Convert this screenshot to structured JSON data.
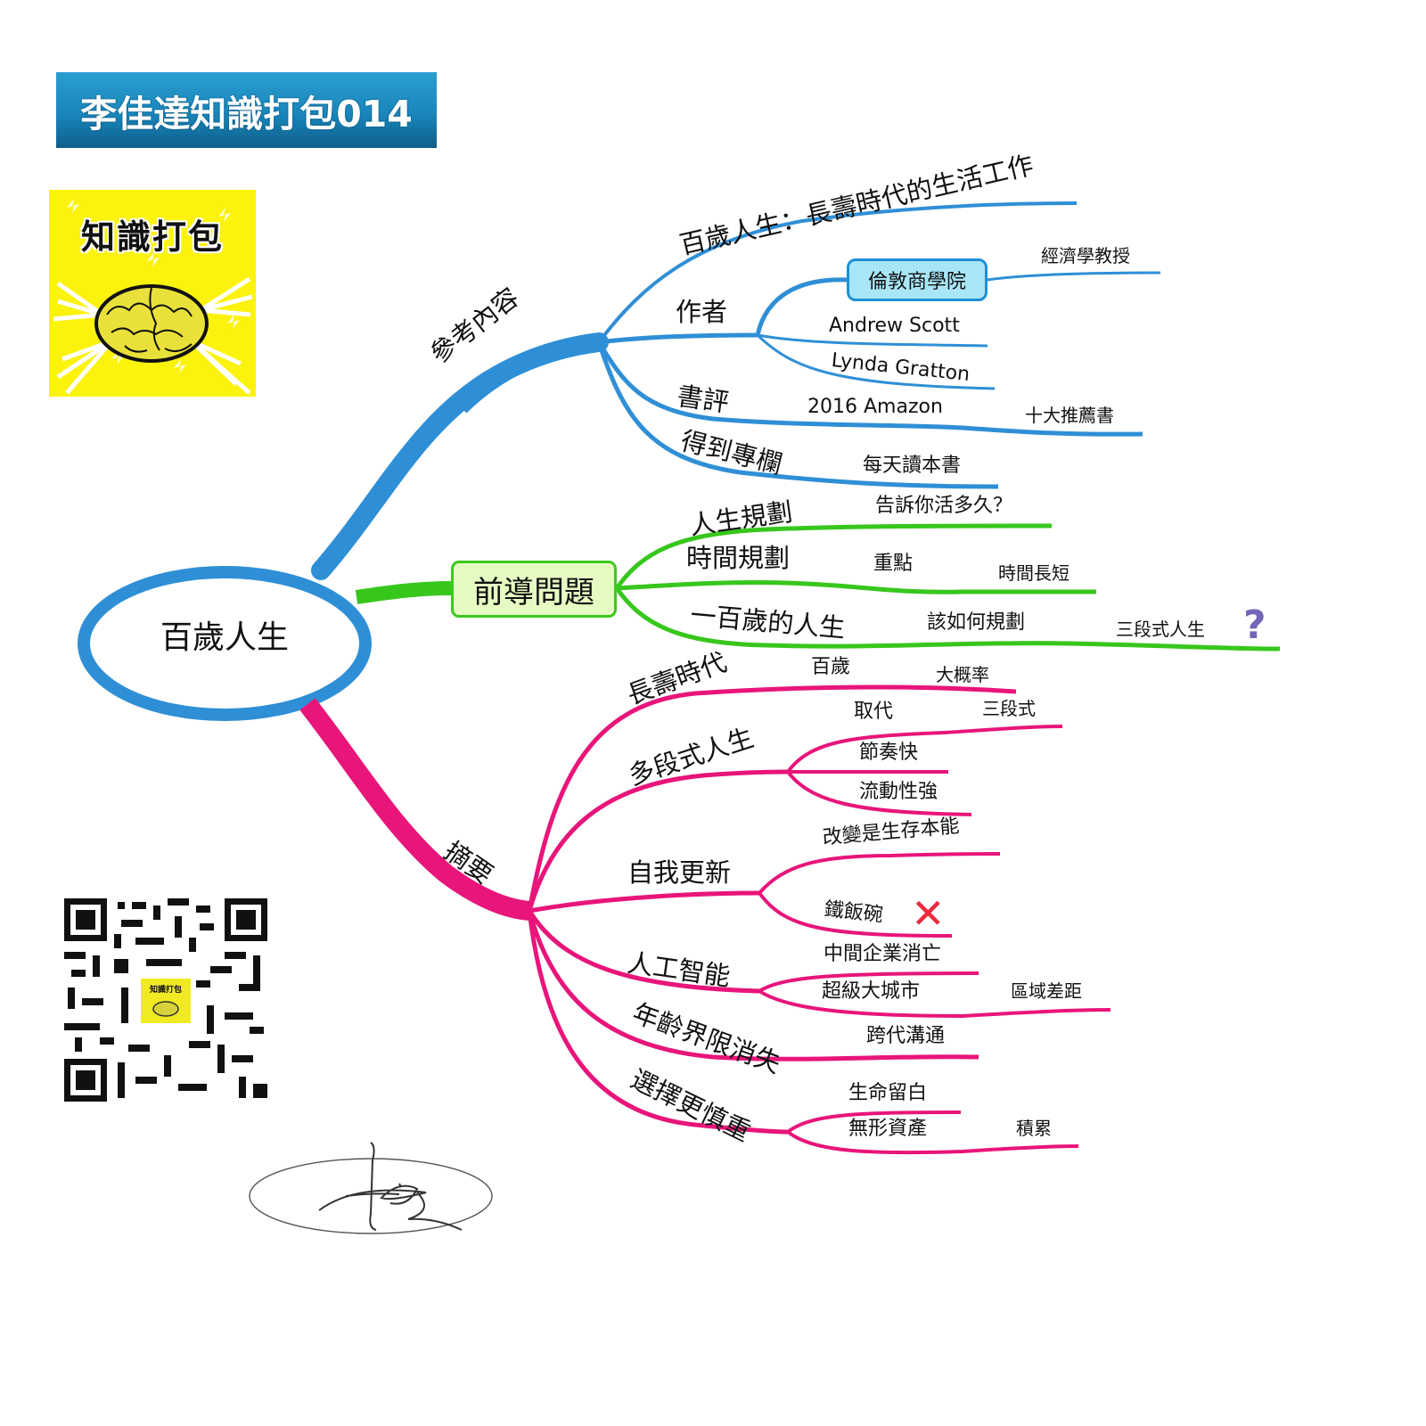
{
  "header": {
    "title": "李佳達知識打包014"
  },
  "logo": {
    "text": "知識打包",
    "image": "brain-icon"
  },
  "central_topic": {
    "label": "百歲人生",
    "color": "#2f8fd6"
  },
  "branches": [
    {
      "id": "references",
      "label": "參考內容",
      "color": "#2f8fd6",
      "children": [
        {
          "label": "百歲人生：長壽時代的生活工作",
          "children": []
        },
        {
          "label": "作者",
          "children": [
            {
              "label": "倫敦商學院",
              "boxed": true,
              "children": [
                {
                  "label": "經濟學教授"
                }
              ]
            },
            {
              "label": "Andrew Scott"
            },
            {
              "label": "Lynda Gratton"
            }
          ]
        },
        {
          "label": "書評",
          "children": [
            {
              "label": "2016 Amazon",
              "children": [
                {
                  "label": "十大推薦書"
                }
              ]
            }
          ]
        },
        {
          "label": "得到專欄",
          "children": [
            {
              "label": "每天讀本書"
            }
          ]
        }
      ]
    },
    {
      "id": "guiding-questions",
      "label": "前導問題",
      "color": "#37c71c",
      "children": [
        {
          "label": "人生規劃",
          "children": [
            {
              "label": "告訴你活多久？"
            }
          ]
        },
        {
          "label": "時間規劃",
          "children": [
            {
              "label": "重點",
              "children": [
                {
                  "label": "時間長短"
                }
              ]
            }
          ]
        },
        {
          "label": "一百歲的人生",
          "children": [
            {
              "label": "該如何規劃",
              "children": [
                {
                  "label": "三段式人生",
                  "icon": "question-icon"
                }
              ]
            }
          ]
        }
      ]
    },
    {
      "id": "summary",
      "label": "摘要",
      "color": "#e8157a",
      "children": [
        {
          "label": "長壽時代",
          "children": [
            {
              "label": "百歲",
              "children": [
                {
                  "label": "大概率"
                }
              ]
            }
          ]
        },
        {
          "label": "多段式人生",
          "children": [
            {
              "label": "取代",
              "children": [
                {
                  "label": "三段式"
                }
              ]
            },
            {
              "label": "節奏快"
            },
            {
              "label": "流動性強"
            }
          ]
        },
        {
          "label": "自我更新",
          "children": [
            {
              "label": "改變是生存本能"
            },
            {
              "label": "鐵飯碗",
              "icon": "x-mark-icon"
            }
          ]
        },
        {
          "label": "人工智能",
          "children": [
            {
              "label": "中間企業消亡"
            },
            {
              "label": "超級大城市",
              "children": [
                {
                  "label": "區域差距"
                }
              ]
            }
          ]
        },
        {
          "label": "年齡界限消失",
          "children": [
            {
              "label": "跨代溝通"
            }
          ]
        },
        {
          "label": "選擇更慎重",
          "children": [
            {
              "label": "生命留白"
            },
            {
              "label": "無形資產",
              "children": [
                {
                  "label": "積累"
                }
              ]
            }
          ]
        }
      ]
    }
  ],
  "icons": {
    "question": "?",
    "xmark": "✕"
  },
  "qr_code": {
    "center_text": "知識打包"
  },
  "signature": "signature-icon"
}
